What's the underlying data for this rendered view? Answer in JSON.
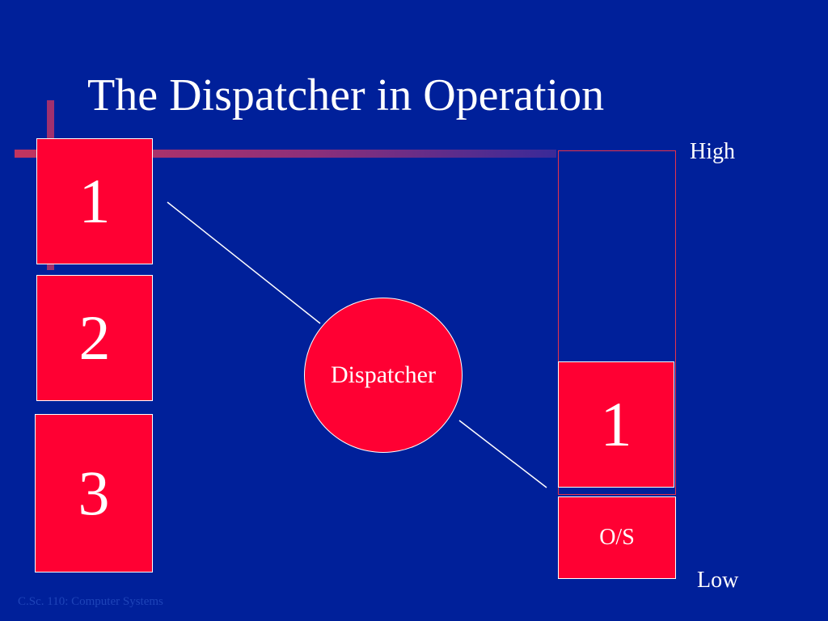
{
  "slide": {
    "title": "The Dispatcher in Operation",
    "footer": "C.Sc. 110: Computer Systems"
  },
  "job_queue": [
    "1",
    "2",
    "3"
  ],
  "dispatcher": {
    "label": "Dispatcher"
  },
  "memory": {
    "high_label": "High",
    "low_label": "Low",
    "loaded_job": "1",
    "os_label": "O/S"
  },
  "colors": {
    "background": "#00209a",
    "box_fill": "#ff0033",
    "text": "#ffffff"
  }
}
